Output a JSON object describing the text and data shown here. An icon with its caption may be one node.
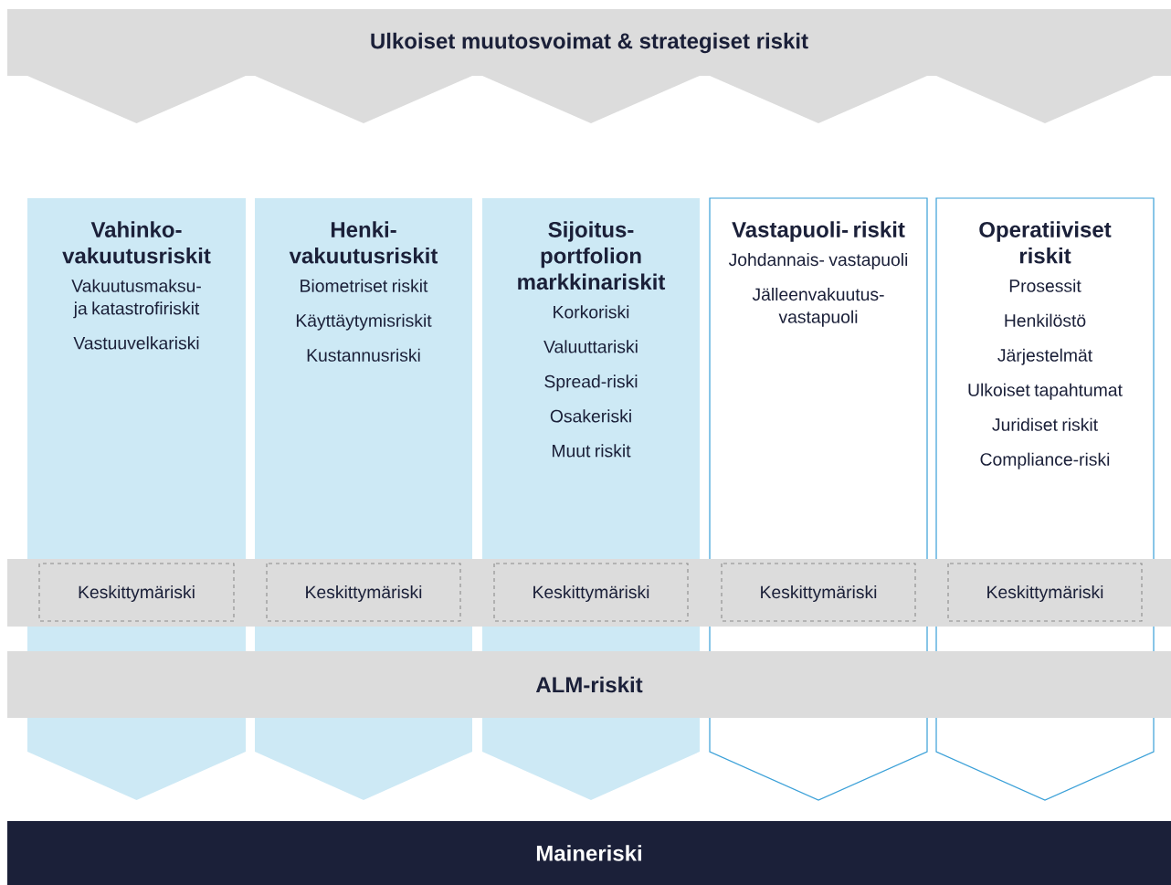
{
  "diagram": {
    "nodes": [
      {
        "text": [
          "Ulkoiset muutosvoimat & strategiset riskit"
        ]
      },
      {
        "text": [
          "Vahinko- vakuutusriskit",
          "Vakuutusmaksu- ja katastrofiriskit",
          "Vastuuvelkariski"
        ]
      },
      {
        "text": [
          "Henki- vakuutusriskit",
          "Biometriset riskit",
          "Käyttäytymisriskit",
          "Kustannusriski"
        ]
      },
      {
        "text": [
          "Sijoitus- portfolion markkinariskit",
          "Korkoriski",
          "Valuuttariski",
          "Spread-riski",
          "Osakeriski",
          "Muut riskit"
        ]
      },
      {
        "text": [
          "Vastapuoli- riskit",
          "Johdannais- vastapuoli",
          "Jälleenvakuutus- vastapuoli"
        ]
      },
      {
        "text": [
          "Operatiiviset riskit",
          "Prosessit",
          "Henkilöstö",
          "Järjestelmät",
          "Ulkoiset tapahtumat",
          "Juridiset riskit",
          "Compliance-riski"
        ]
      },
      {
        "text": [
          "Keskittymäriski"
        ],
        "in": 1
      },
      {
        "text": [
          "Keskittymäriski"
        ],
        "in": 2
      },
      {
        "text": [
          "Keskittymäriski"
        ],
        "in": 3
      },
      {
        "text": [
          "Keskittymäriski"
        ],
        "in": 4
      },
      {
        "text": [
          "Keskittymäriski"
        ],
        "in": 5
      },
      {
        "text": [
          "ALM-riskit"
        ]
      },
      {
        "text": [
          "Maineriski"
        ]
      }
    ]
  }
}
